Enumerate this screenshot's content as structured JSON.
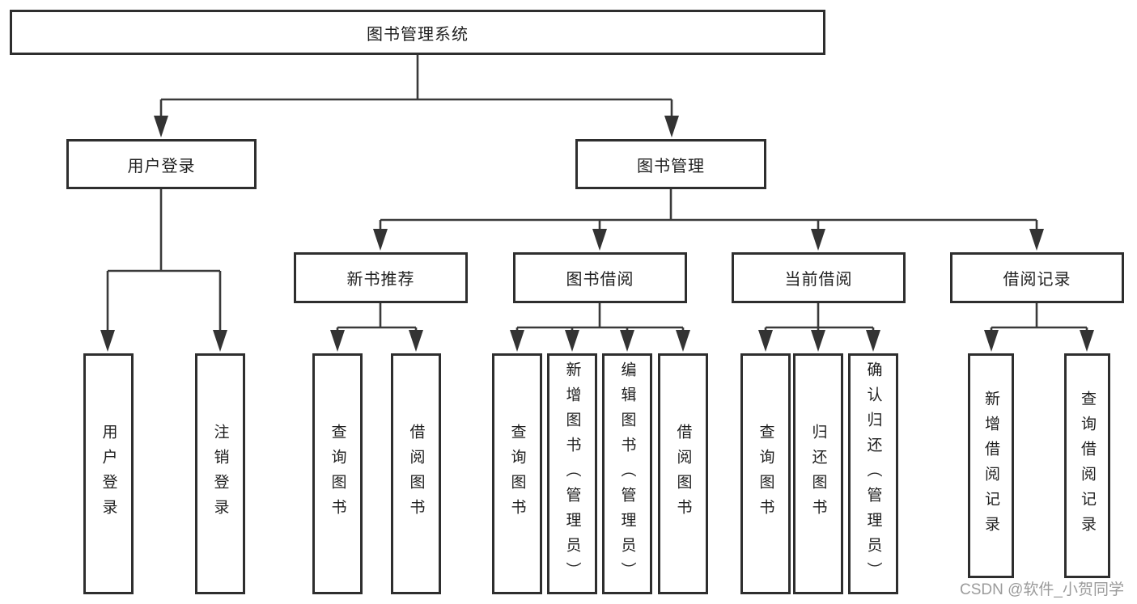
{
  "tree": {
    "root": {
      "label": "图书管理系统"
    },
    "branches": [
      {
        "label": "用户登录",
        "leaves": [
          {
            "label": "用户登录"
          },
          {
            "label": "注销登录"
          }
        ]
      },
      {
        "label": "图书管理",
        "sections": [
          {
            "label": "新书推荐",
            "leaves": [
              {
                "label": "查询图书"
              },
              {
                "label": "借阅图书"
              }
            ]
          },
          {
            "label": "图书借阅",
            "leaves": [
              {
                "label": "查询图书"
              },
              {
                "label": "新增图书（管理员）"
              },
              {
                "label": "编辑图书（管理员）"
              },
              {
                "label": "借阅图书"
              }
            ]
          },
          {
            "label": "当前借阅",
            "leaves": [
              {
                "label": "查询图书"
              },
              {
                "label": "归还图书"
              },
              {
                "label": "确认归还（管理员）"
              }
            ]
          },
          {
            "label": "借阅记录",
            "leaves": [
              {
                "label": "新增借阅记录"
              },
              {
                "label": "查询借阅记录"
              }
            ]
          }
        ]
      }
    ]
  },
  "watermark": {
    "text": "CSDN @软件_小贺同学"
  },
  "colors": {
    "background": "#ffffff",
    "line": "#3a3a3a",
    "border": "#2e2e2e",
    "text": "#1f1f1f",
    "watermark": "#9b9b9b"
  }
}
